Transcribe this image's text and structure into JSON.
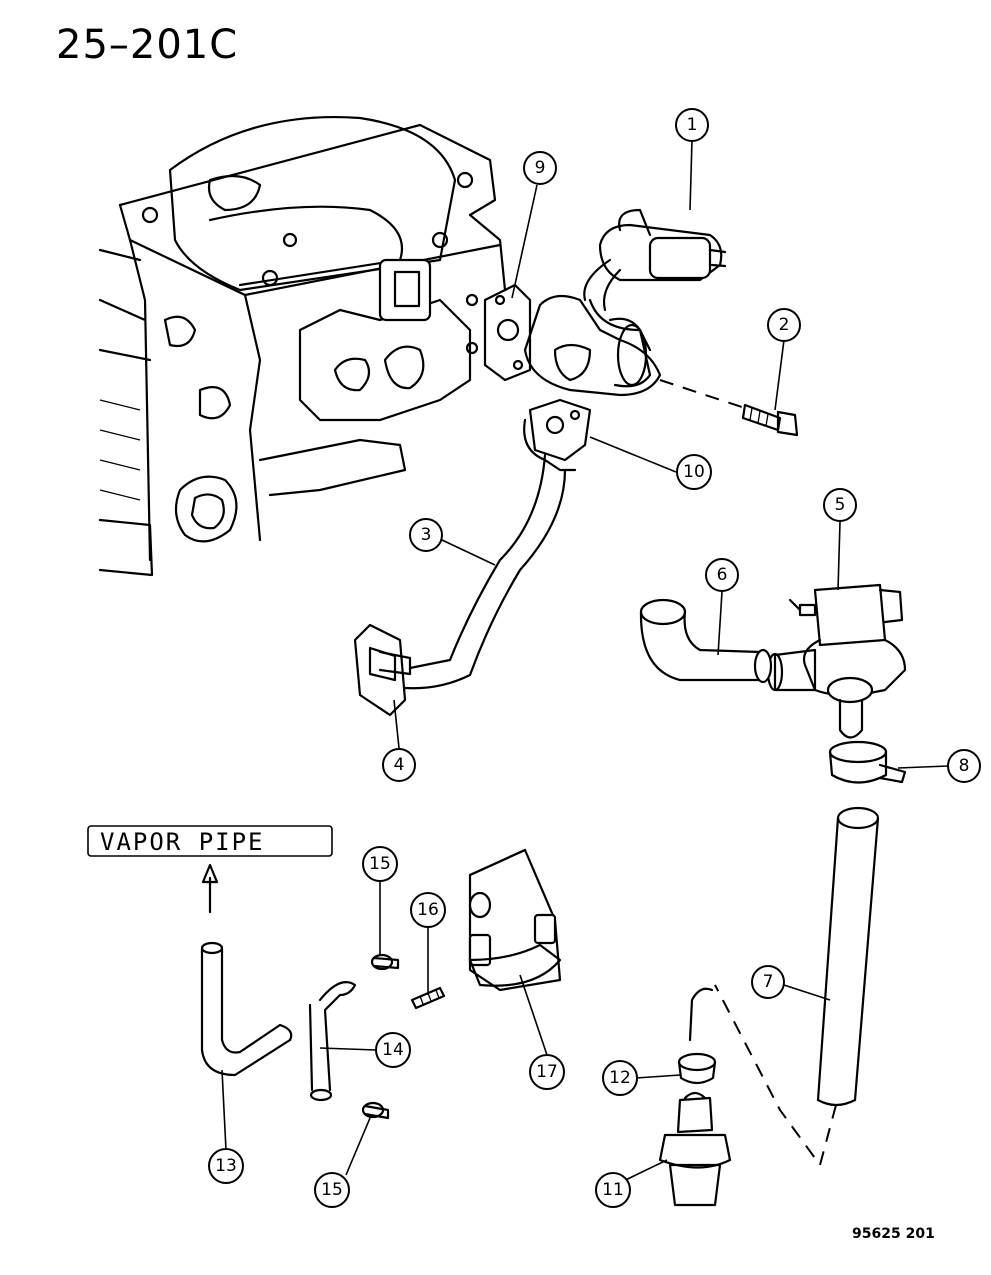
{
  "title": "25–201C",
  "figure_id": "95625 201",
  "vapor_label": "VAPOR PIPE",
  "callouts": [
    "1",
    "2",
    "3",
    "4",
    "5",
    "6",
    "7",
    "8",
    "9",
    "10",
    "11",
    "12",
    "13",
    "14",
    "15",
    "15",
    "16",
    "17"
  ]
}
